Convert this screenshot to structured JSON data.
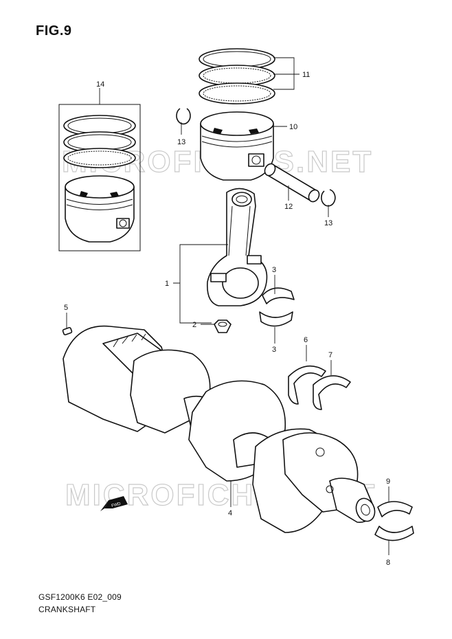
{
  "figure": {
    "label": "FIG.9",
    "code": "GSF1200K6 E02_009",
    "name": "CRANKSHAFT"
  },
  "watermark": {
    "top": "MICROFICHES.NET",
    "bottom": "MICROFICHES.NET"
  },
  "fwd_label": "FWD",
  "callouts": [
    {
      "id": "c1",
      "text": "1"
    },
    {
      "id": "c2",
      "text": "2"
    },
    {
      "id": "c3a",
      "text": "3"
    },
    {
      "id": "c3b",
      "text": "3"
    },
    {
      "id": "c4",
      "text": "4"
    },
    {
      "id": "c5",
      "text": "5"
    },
    {
      "id": "c6",
      "text": "6"
    },
    {
      "id": "c7",
      "text": "7"
    },
    {
      "id": "c8",
      "text": "8"
    },
    {
      "id": "c9",
      "text": "9"
    },
    {
      "id": "c10",
      "text": "10"
    },
    {
      "id": "c11",
      "text": "11"
    },
    {
      "id": "c12",
      "text": "12"
    },
    {
      "id": "c13a",
      "text": "13"
    },
    {
      "id": "c13b",
      "text": "13"
    },
    {
      "id": "c14",
      "text": "14"
    }
  ]
}
